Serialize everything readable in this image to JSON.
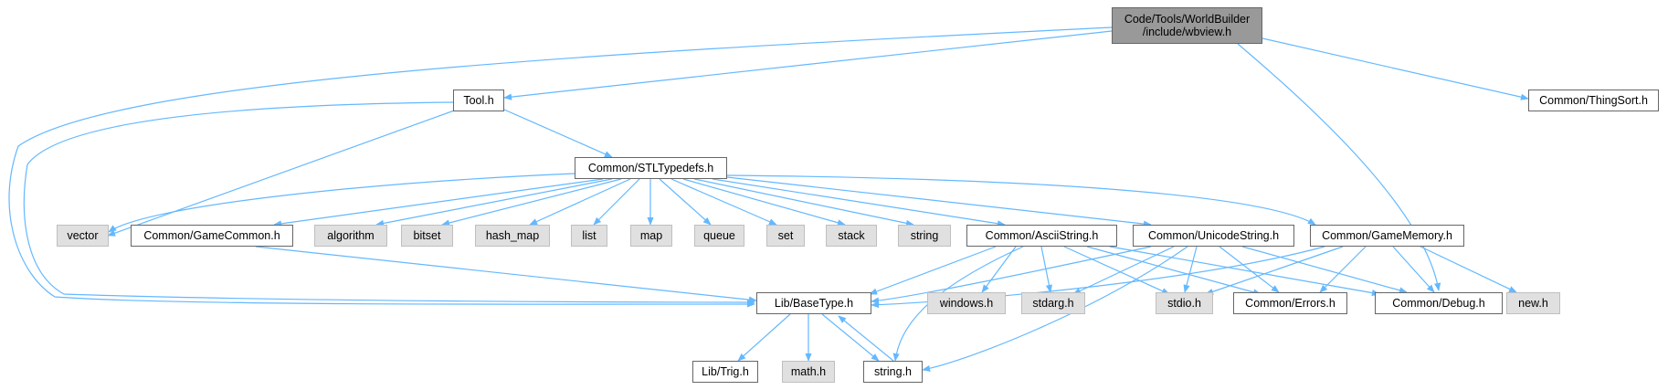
{
  "colors": {
    "edge": "#63b8ff",
    "box_border": "#666666",
    "system_fill": "#e0e0e0",
    "root_fill": "#999999"
  },
  "nodes": {
    "root": "Code/Tools/WorldBuilder\n/include/wbview.h",
    "tool": "Tool.h",
    "thingsort": "Common/ThingSort.h",
    "stltypedefs": "Common/STLTypedefs.h",
    "vector": "vector",
    "gamecommon": "Common/GameCommon.h",
    "algorithm": "algorithm",
    "bitset": "bitset",
    "hash_map": "hash_map",
    "list": "list",
    "map": "map",
    "queue": "queue",
    "set": "set",
    "stack": "stack",
    "string": "string",
    "asciistring": "Common/AsciiString.h",
    "unicodestring": "Common/UnicodeString.h",
    "gamememory": "Common/GameMemory.h",
    "basetype": "Lib/BaseType.h",
    "windows": "windows.h",
    "stdarg": "stdarg.h",
    "stdio": "stdio.h",
    "errors": "Common/Errors.h",
    "debug": "Common/Debug.h",
    "new": "new.h",
    "trig": "Lib/Trig.h",
    "math": "math.h",
    "string_h": "string.h"
  }
}
